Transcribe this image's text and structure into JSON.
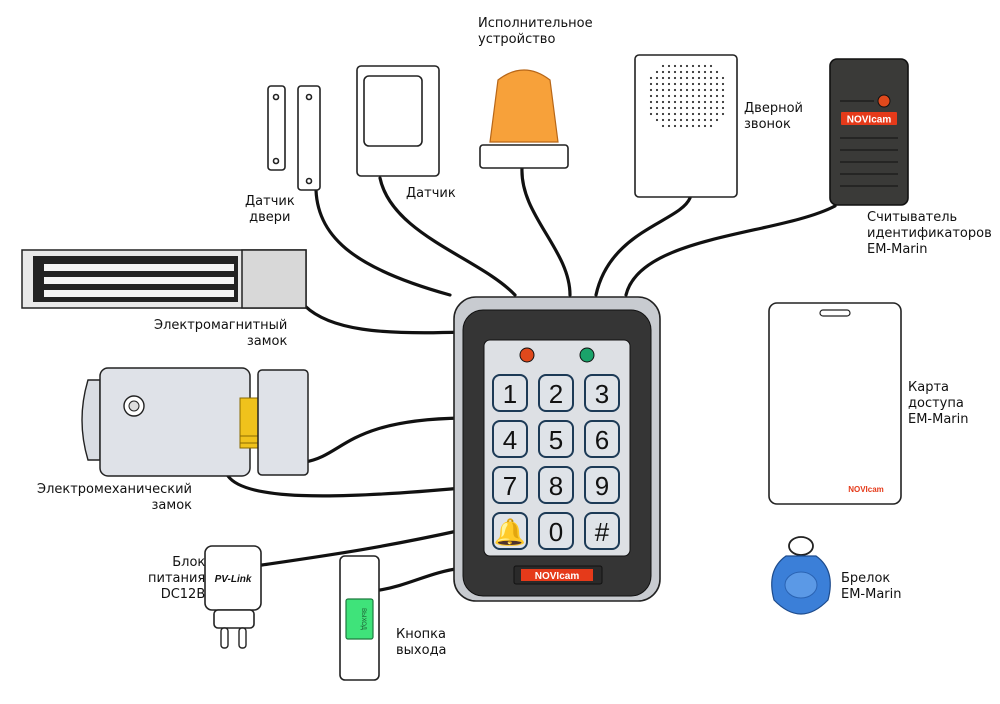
{
  "labels": {
    "door_sensor": "Датчик\nдвери",
    "sensor": "Датчик",
    "executive": "Исполнительное\nустройство",
    "doorbell": "Дверной\nзвонок",
    "reader": "Считыватель\nидентификаторов\nEM-Marin",
    "maglock": "Электромагнитный\nзамок",
    "mechlock": "Электромеханический\nзамок",
    "psu": "Блок\nпитания\nDC12B",
    "exit_button": "Кнопка\nвыхода",
    "card": "Карта\nдоступа\nEM-Marin",
    "keyfob": "Брелок\nEM-Marin"
  },
  "brand": {
    "name": "NOVIcam",
    "psu_brand": "PV-Link",
    "exit_button_text": "ВЫХОД"
  },
  "keypad": {
    "keys": [
      "1",
      "2",
      "3",
      "4",
      "5",
      "6",
      "7",
      "8",
      "9",
      "🔔",
      "0",
      "#"
    ]
  },
  "colors": {
    "led_red": "#e0491c",
    "led_green": "#1aa36a",
    "beacon": "#f7a13a",
    "keyfob": "#3b7fd8",
    "exit_button": "#3fe37a",
    "brand_red": "#e53a1a"
  }
}
